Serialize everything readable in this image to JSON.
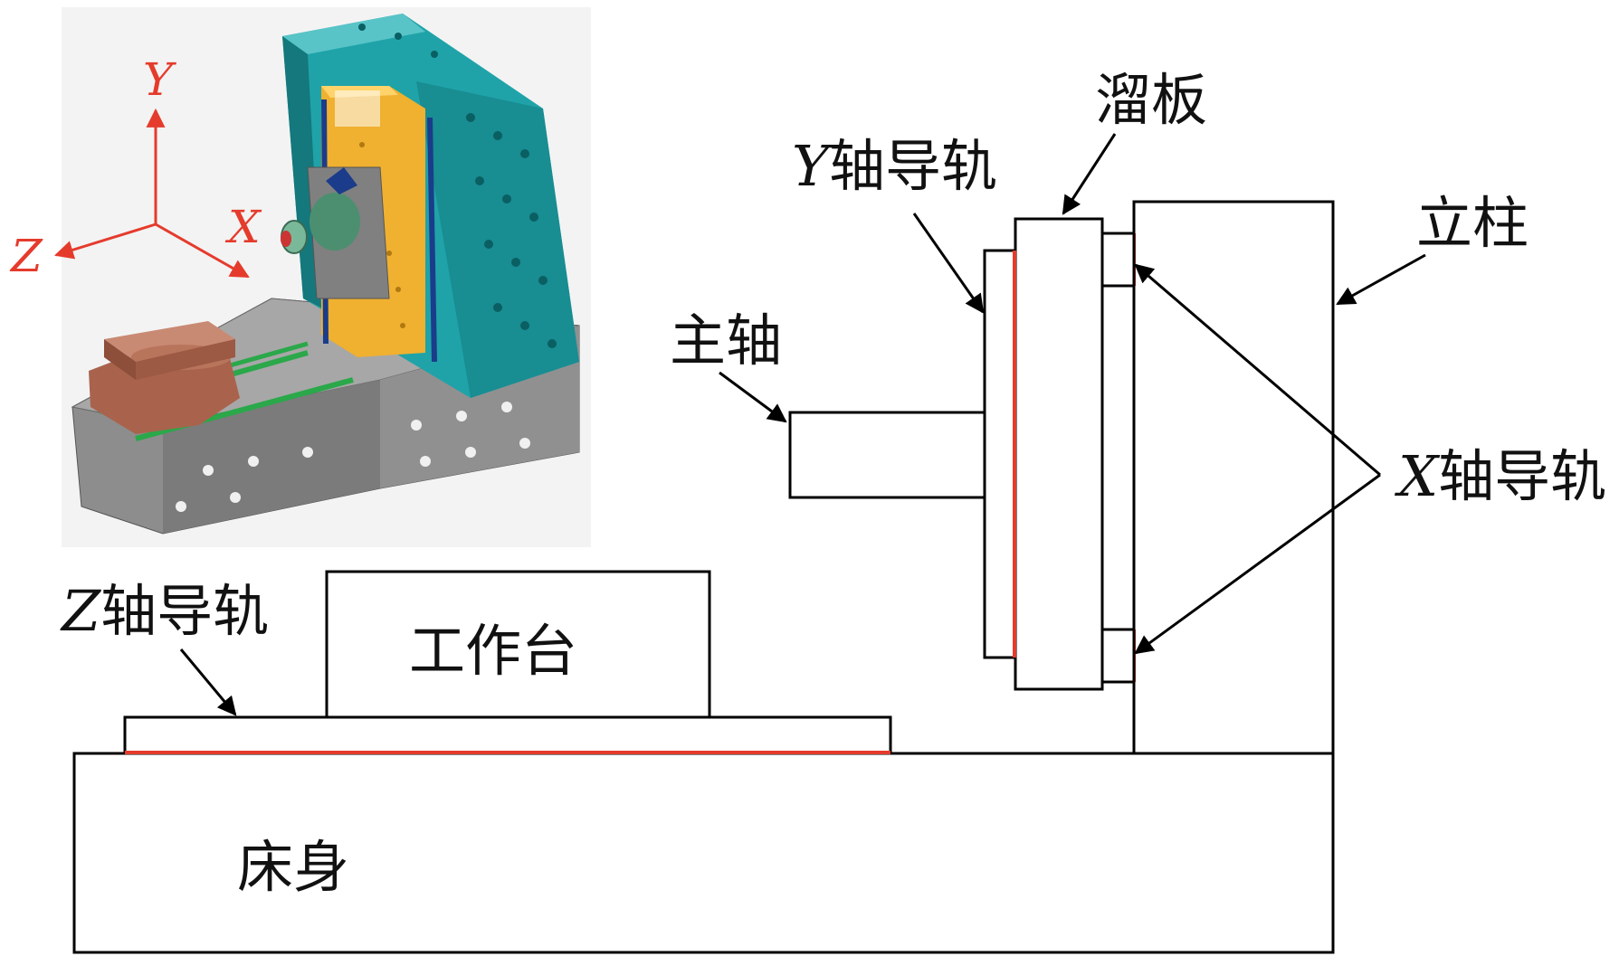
{
  "schematic": {
    "labels": {
      "bed": "床身",
      "table": "工作台",
      "column": "立柱",
      "spindle": "主轴",
      "saddle": "溜板",
      "z_rail_axis": "Z",
      "z_rail_text": "轴导轨",
      "y_rail_axis": "Y",
      "y_rail_text": "轴导轨",
      "x_rail_axis": "X",
      "x_rail_text": "轴导轨"
    },
    "colors": {
      "rail": "#e53b2c",
      "outline": "#000000"
    }
  },
  "model_view": {
    "axes": {
      "y": "Y",
      "x": "X",
      "z": "Z"
    },
    "colors": {
      "column": "#1fa3a8",
      "slide": "#f0b030",
      "base": "#8a8a8a",
      "table": "#b5735c",
      "rails": "#2aa84a",
      "axis": "#e53b2c"
    }
  }
}
